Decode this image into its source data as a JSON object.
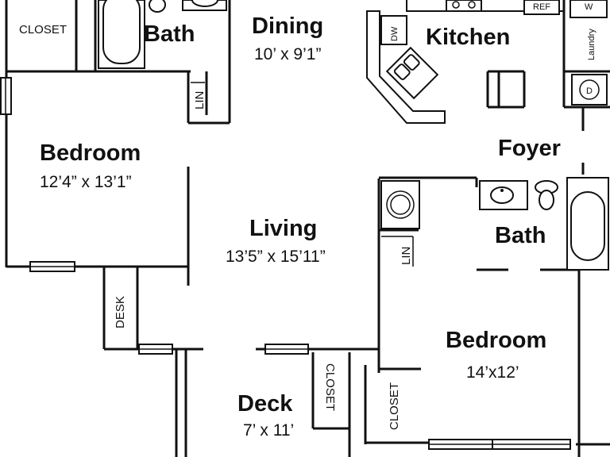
{
  "rooms": {
    "closet_top": "CLOSET",
    "bath_top": "Bath",
    "dining": {
      "name": "Dining",
      "dim": "10’ x 9’1”"
    },
    "kitchen": "Kitchen",
    "laundry": "Laundry",
    "dw": "DW",
    "ref": "REF",
    "dryer": "D",
    "washer": "W",
    "lin_top": "LIN",
    "bedroom_left": {
      "name": "Bedroom",
      "dim": "12’4” x 13’1”"
    },
    "foyer": "Foyer",
    "living": {
      "name": "Living",
      "dim": "13’5” x 15’11”"
    },
    "lin_mid": "LIN",
    "bath_right": "Bath",
    "desk": "DESK",
    "bedroom_right": {
      "name": "Bedroom",
      "dim": "14’x12’"
    },
    "closet_deck": "CLOSET",
    "closet_bedroom": "CLOSET",
    "deck": {
      "name": "Deck",
      "dim": "7’ x 11’"
    }
  }
}
